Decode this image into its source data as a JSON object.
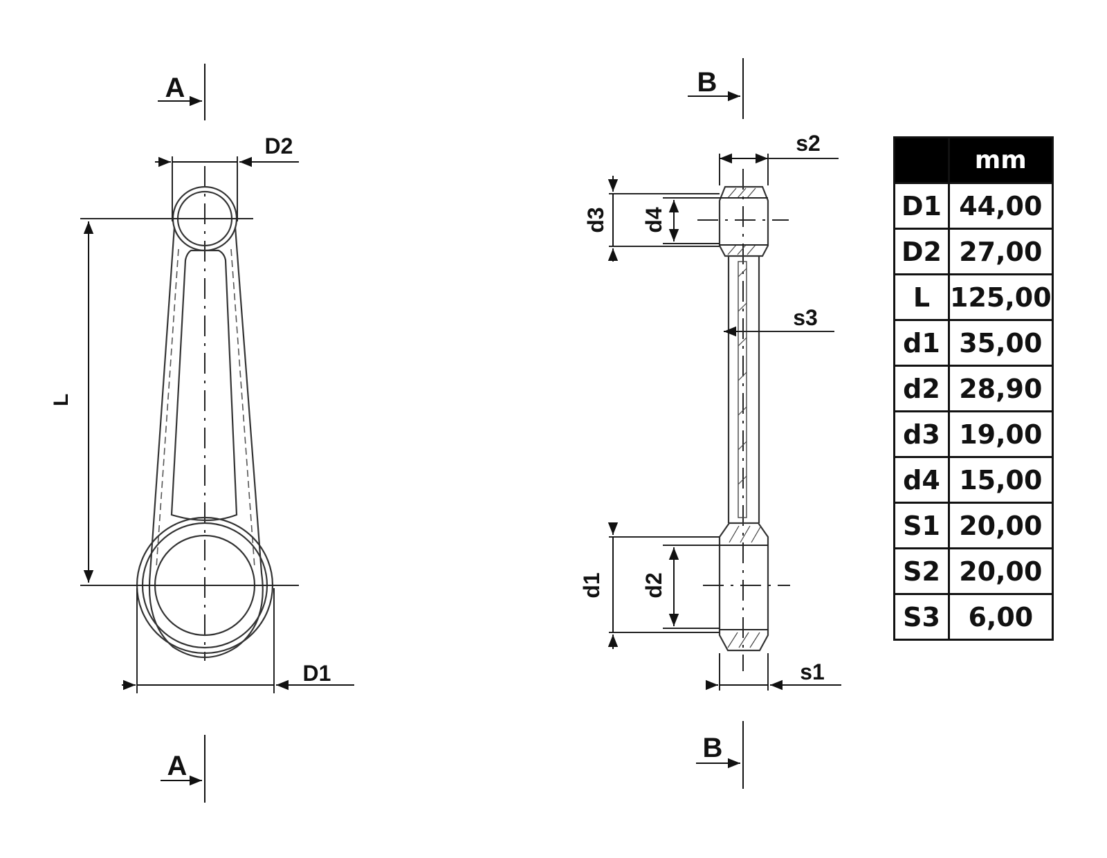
{
  "section_labels": {
    "a_top": "A",
    "a_bottom": "A",
    "b_top": "B",
    "b_bottom": "B"
  },
  "dimension_labels": {
    "D1": "D1",
    "D2": "D2",
    "L": "L",
    "d1": "d1",
    "d2": "d2",
    "d3": "d3",
    "d4": "d4",
    "s1": "s1",
    "s2": "s2",
    "s3": "s3"
  },
  "table": {
    "header_blank": "",
    "header_unit": "mm",
    "rows": [
      {
        "name": "D1",
        "value": "44,00"
      },
      {
        "name": "D2",
        "value": "27,00"
      },
      {
        "name": "L",
        "value": "125,00"
      },
      {
        "name": "d1",
        "value": "35,00"
      },
      {
        "name": "d2",
        "value": "28,90"
      },
      {
        "name": "d3",
        "value": "19,00"
      },
      {
        "name": "d4",
        "value": "15,00"
      },
      {
        "name": "S1",
        "value": "20,00"
      },
      {
        "name": "S2",
        "value": "20,00"
      },
      {
        "name": "S3",
        "value": "6,00"
      }
    ]
  }
}
